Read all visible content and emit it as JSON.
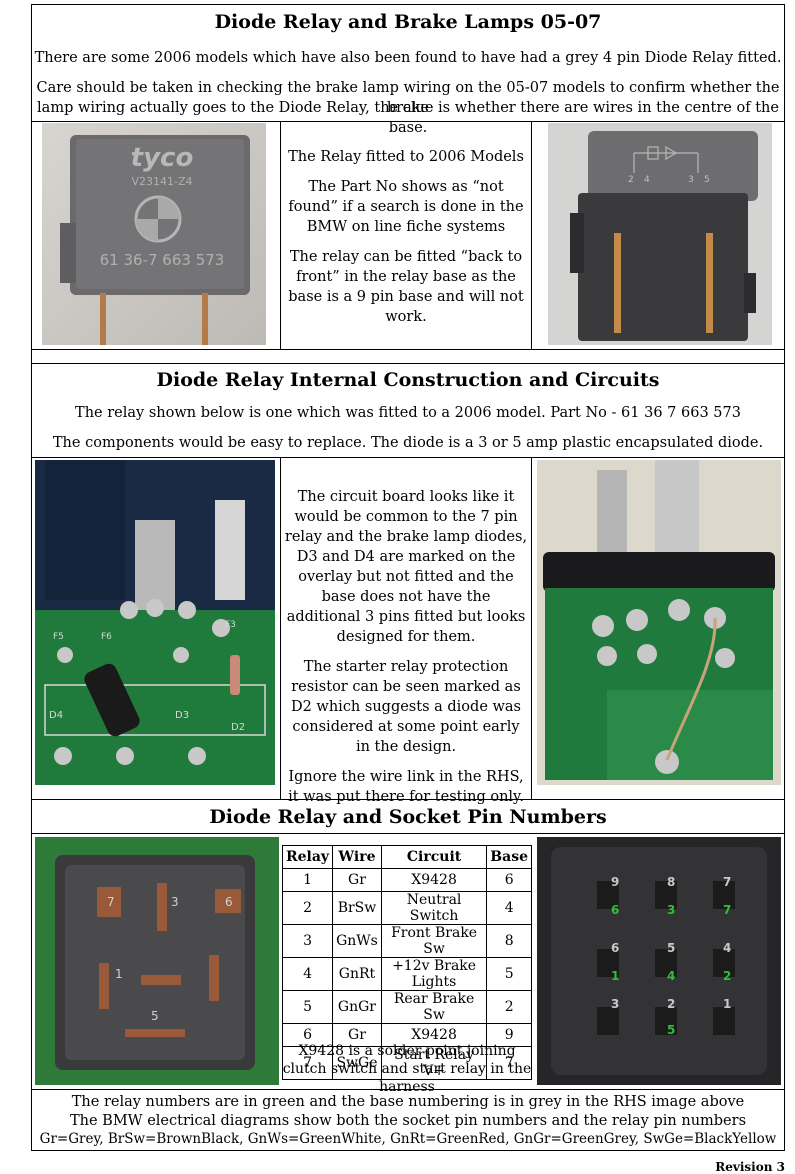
{
  "section1": {
    "title": "Diode Relay and Brake Lamps 05-07",
    "para1": "There are some 2006 models which have also been found to have had a grey 4 pin Diode Relay fitted.",
    "para2_line1": "Care should be taken in checking the brake lamp wiring on the 05-07 models to confirm whether the brake",
    "para2_line2": "lamp wiring actually goes to the Diode Relay, the clue is whether there are wires in the centre of the base.",
    "relay_label_brand": "tyco",
    "relay_label_code": "V23141-Z4",
    "relay_label_part": "61 36-7 663 573",
    "diagram_pin_labels": [
      "2",
      "4",
      "3",
      "5"
    ],
    "mid_p1": "The Relay fitted to 2006 Models",
    "mid_p2": "The Part No shows as “not found” if a search is done in the BMW on line fiche systems",
    "mid_p3": "The relay can be fitted “back to front” in the relay base as the base is a 9 pin base and will not work."
  },
  "section2": {
    "title": "Diode Relay Internal Construction and Circuits",
    "para1": "The relay shown below is one which was fitted to a 2006 model. Part No - 61 36 7 663 573",
    "para2": "The components would be easy to replace. The diode is a 3 or 5 amp plastic encapsulated diode.",
    "pcb_labels": [
      "F5",
      "F6",
      "F3",
      "D4",
      "D3",
      "D2"
    ],
    "mid_p1": "The circuit board looks like it would be common to the 7 pin relay and the brake lamp diodes, D3 and D4 are marked on the overlay but not fitted and the base does not have the additional 3 pins fitted but looks designed for them.",
    "mid_p2": "The starter relay protection resistor can be seen marked as D2 which suggests a diode was considered at some point early in the design.",
    "mid_p3": "Ignore the wire link in the RHS, it was put there for testing only."
  },
  "section3": {
    "title": "Diode Relay and Socket Pin Numbers",
    "table_headers": [
      "Relay",
      "Wire",
      "Circuit",
      "Base"
    ],
    "table_rows": [
      [
        "1",
        "Gr",
        "X9428",
        "6"
      ],
      [
        "2",
        "BrSw",
        "Neutral Switch",
        "4"
      ],
      [
        "3",
        "GnWs",
        "Front Brake Sw",
        "8"
      ],
      [
        "4",
        "GnRt",
        "+12v Brake Lights",
        "5"
      ],
      [
        "5",
        "GnGr",
        "Rear Brake Sw",
        "2"
      ],
      [
        "6",
        "Gr",
        "X9428",
        "9"
      ],
      [
        "7",
        "SwGe",
        "Start Relay V+",
        "7"
      ]
    ],
    "table_note": "X9428 is a solder point joining clutch switch and start relay in the harness",
    "left_pin_labels": [
      "7",
      "3",
      "6",
      "1",
      "5"
    ],
    "socket_grey_labels": [
      "9",
      "8",
      "7",
      "6",
      "5",
      "4",
      "3",
      "2",
      "1"
    ],
    "socket_green_labels": [
      "6",
      "3",
      "7",
      "1",
      "4",
      "2",
      "5"
    ],
    "colors": {
      "green_label": "#2fbf3a",
      "grey_label": "#c8c8c8"
    }
  },
  "footer": {
    "line1": "The relay numbers are in green and the base numbering is in grey in the RHS image above",
    "line2": "The BMW electrical diagrams show both the socket pin numbers and the relay pin numbers",
    "line3": "Gr=Grey, BrSw=BrownBlack, GnWs=GreenWhite, GnRt=GreenRed, GnGr=GreenGrey, SwGe=BlackYellow"
  },
  "revision": "Revision 3"
}
